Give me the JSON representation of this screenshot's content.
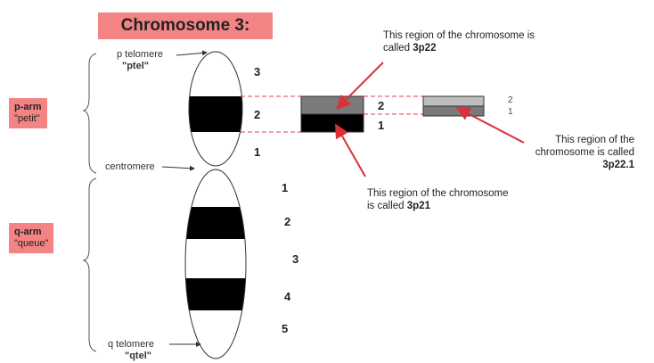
{
  "title": "Chromosome 3:",
  "arms": {
    "p": {
      "name": "p-arm",
      "nickname": "\"petit\""
    },
    "q": {
      "name": "q-arm",
      "nickname": "\"queue\""
    }
  },
  "labels": {
    "p_telomere": "p telomere",
    "ptel": "\"ptel\"",
    "centromere": "centromere",
    "q_telomere": "q telomere",
    "qtel": "\"qtel\""
  },
  "p_bands": [
    "3",
    "2",
    "1"
  ],
  "q_bands": [
    "1",
    "2",
    "3",
    "4",
    "5"
  ],
  "zoom1_bands": [
    "2",
    "1"
  ],
  "zoom2_bands": [
    "2",
    "1"
  ],
  "notes": {
    "n3p22": {
      "text": "This region of the chromosome is called",
      "code": "3p22"
    },
    "n3p21": {
      "text": "This region of the chromosome is called",
      "code": "3p21"
    },
    "n3p22_1": {
      "text": "This region of the chromosome is called",
      "code": "3p22.1"
    }
  },
  "colors": {
    "title_bg": "#f48484",
    "arrow": "#d9303a",
    "dashed": "#e0404a",
    "band_dark": "#000000",
    "band_gray": "#808080"
  }
}
